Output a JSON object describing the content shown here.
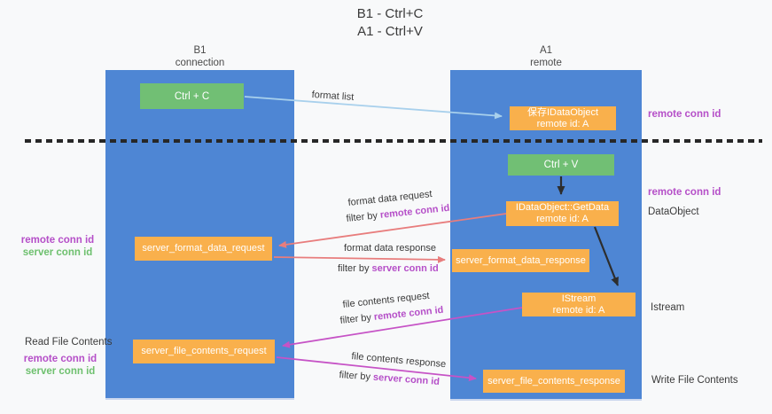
{
  "title": {
    "line1": "B1 - Ctrl+C",
    "line2": "A1 - Ctrl+V"
  },
  "lanes": {
    "left": {
      "name": "B1",
      "role": "connection"
    },
    "right": {
      "name": "A1",
      "role": "remote"
    }
  },
  "nodes": {
    "ctrl_c": {
      "label": "Ctrl + C"
    },
    "ctrl_v": {
      "label": "Ctrl + V"
    },
    "save_dataobject": {
      "line1": "保存IDataObject",
      "line2": "remote id: A"
    },
    "getdata": {
      "line1": "IDataObject::GetData",
      "line2": "remote id: A"
    },
    "istream": {
      "line1": "IStream",
      "line2": "remote id: A"
    },
    "format_request": {
      "label": "server_format_data_request"
    },
    "format_response": {
      "label": "server_format_data_response"
    },
    "file_request": {
      "label": "server_file_contents_request"
    },
    "file_response": {
      "label": "server_file_contents_response"
    }
  },
  "edge_labels": {
    "format_list": "format list",
    "format_request": {
      "line": "format data request",
      "prefix": "filter by",
      "highlight": "remote conn id"
    },
    "format_response": {
      "line": "format data response",
      "prefix": "filter by",
      "highlight": "server conn id"
    },
    "file_request": {
      "line": "file contents request",
      "prefix": "filter by",
      "highlight": "remote conn id"
    },
    "file_response": {
      "line": "file contents response",
      "prefix": "filter by",
      "highlight": "server conn id"
    }
  },
  "side_labels": {
    "right_remote_conn_top": "remote conn id",
    "right_remote_conn_mid": "remote conn id",
    "dataobject": "DataObject",
    "istream": "Istream",
    "write_file": "Write File Contents",
    "left_remote_conn_top": "remote conn id",
    "left_server_conn_top": "server conn id",
    "read_file": "Read File Contents",
    "left_remote_conn_bottom": "remote conn id",
    "left_server_conn_bottom": "server conn id"
  },
  "colors": {
    "lane_blue": "#4e86d4",
    "node_green": "#71bf74",
    "node_orange": "#f9b04c",
    "text_purple": "#b54fc8",
    "text_green": "#6ec06e",
    "arrow_blue": "#a8d0ec",
    "arrow_salmon": "#e87d7d",
    "arrow_magenta": "#c653c6",
    "arrow_black": "#2d2d2d"
  }
}
